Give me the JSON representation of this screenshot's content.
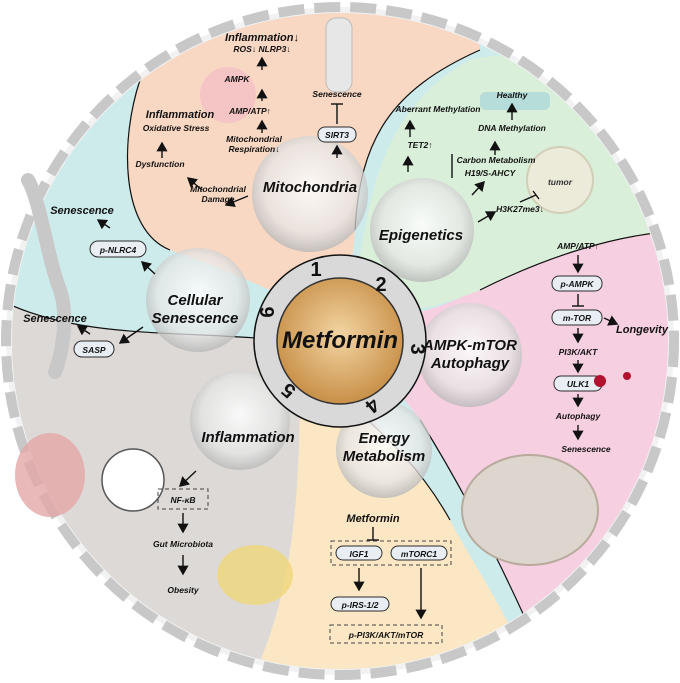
{
  "colors": {
    "mito_bg": "#f8d8c3",
    "epi_bg": "#d9efd9",
    "ampk_bg": "#f6cfe0",
    "energy_bg": "#fbe7c4",
    "infl_bg": "#dcd9d6",
    "sen_bg": "#cdebeb",
    "center_fill": "#c58a3e",
    "ring_fill": "#d9d9d9",
    "outer_dash": "#c8c8c8"
  },
  "center": {
    "title": "Metformin",
    "numbers": [
      "1",
      "2",
      "3",
      "4",
      "5",
      "6"
    ]
  },
  "mitochondria": {
    "title": "Mitochondria",
    "inflammation_down": "Inflammation↓",
    "ros_nlrp3": "ROS↓ NLRP3↓",
    "ampk": "AMPK",
    "amp_atp": "AMP/ATP↑",
    "inflammation": "Inflammation",
    "oxidative_stress": "Oxidative Stress",
    "mito_resp_1": "Mitochondrial",
    "mito_resp_2": "Respiration↓",
    "dysfunction": "Dysfunction",
    "mito_damage_1": "Mitochondrial",
    "mito_damage_2": "Damage",
    "senescence": "Senescence",
    "sirt3": "SIRT3"
  },
  "epigenetics": {
    "title": "Epigenetics",
    "healthy": "Healthy",
    "aberrant": "Aberrant Methylation",
    "dna_methylation": "DNA Methylation",
    "tet2": "TET2↑",
    "carbon": "Carbon Metabolism",
    "h19": "H19/S-AHCY",
    "tumor": "tumor",
    "h3k27": "H3K27me3↓"
  },
  "ampk_mtor": {
    "title_1": "AMPK-mTOR",
    "title_2": "Autophagy",
    "amp_atp": "AMP/ATP↑",
    "p_ampk": "p-AMPK",
    "mtor": "m-TOR",
    "longevity": "Longevity",
    "pi3k": "PI3K/AKT",
    "ulk1": "ULK1",
    "autophagy": "Autophagy",
    "senescence": "Senescence"
  },
  "energy": {
    "title_1": "Energy",
    "title_2": "Metabolism",
    "metformin": "Metformin",
    "igf1": "IGF1",
    "mtorc1": "mTORC1",
    "p_irs": "p-IRS-1/2",
    "p_pi3k": "p-PI3K/AKT/mTOR"
  },
  "inflammation": {
    "title": "Inflammation",
    "nfkb": "NF-κB",
    "gut": "Gut Microbiota",
    "obesity": "Obesity"
  },
  "cellular_senescence": {
    "title_1": "Cellular",
    "title_2": "Senescence",
    "senescence_top": "Senescence",
    "p_nlrc4": "p-NLRC4",
    "senescence_bottom": "Senescence",
    "sasp": "SASP"
  }
}
